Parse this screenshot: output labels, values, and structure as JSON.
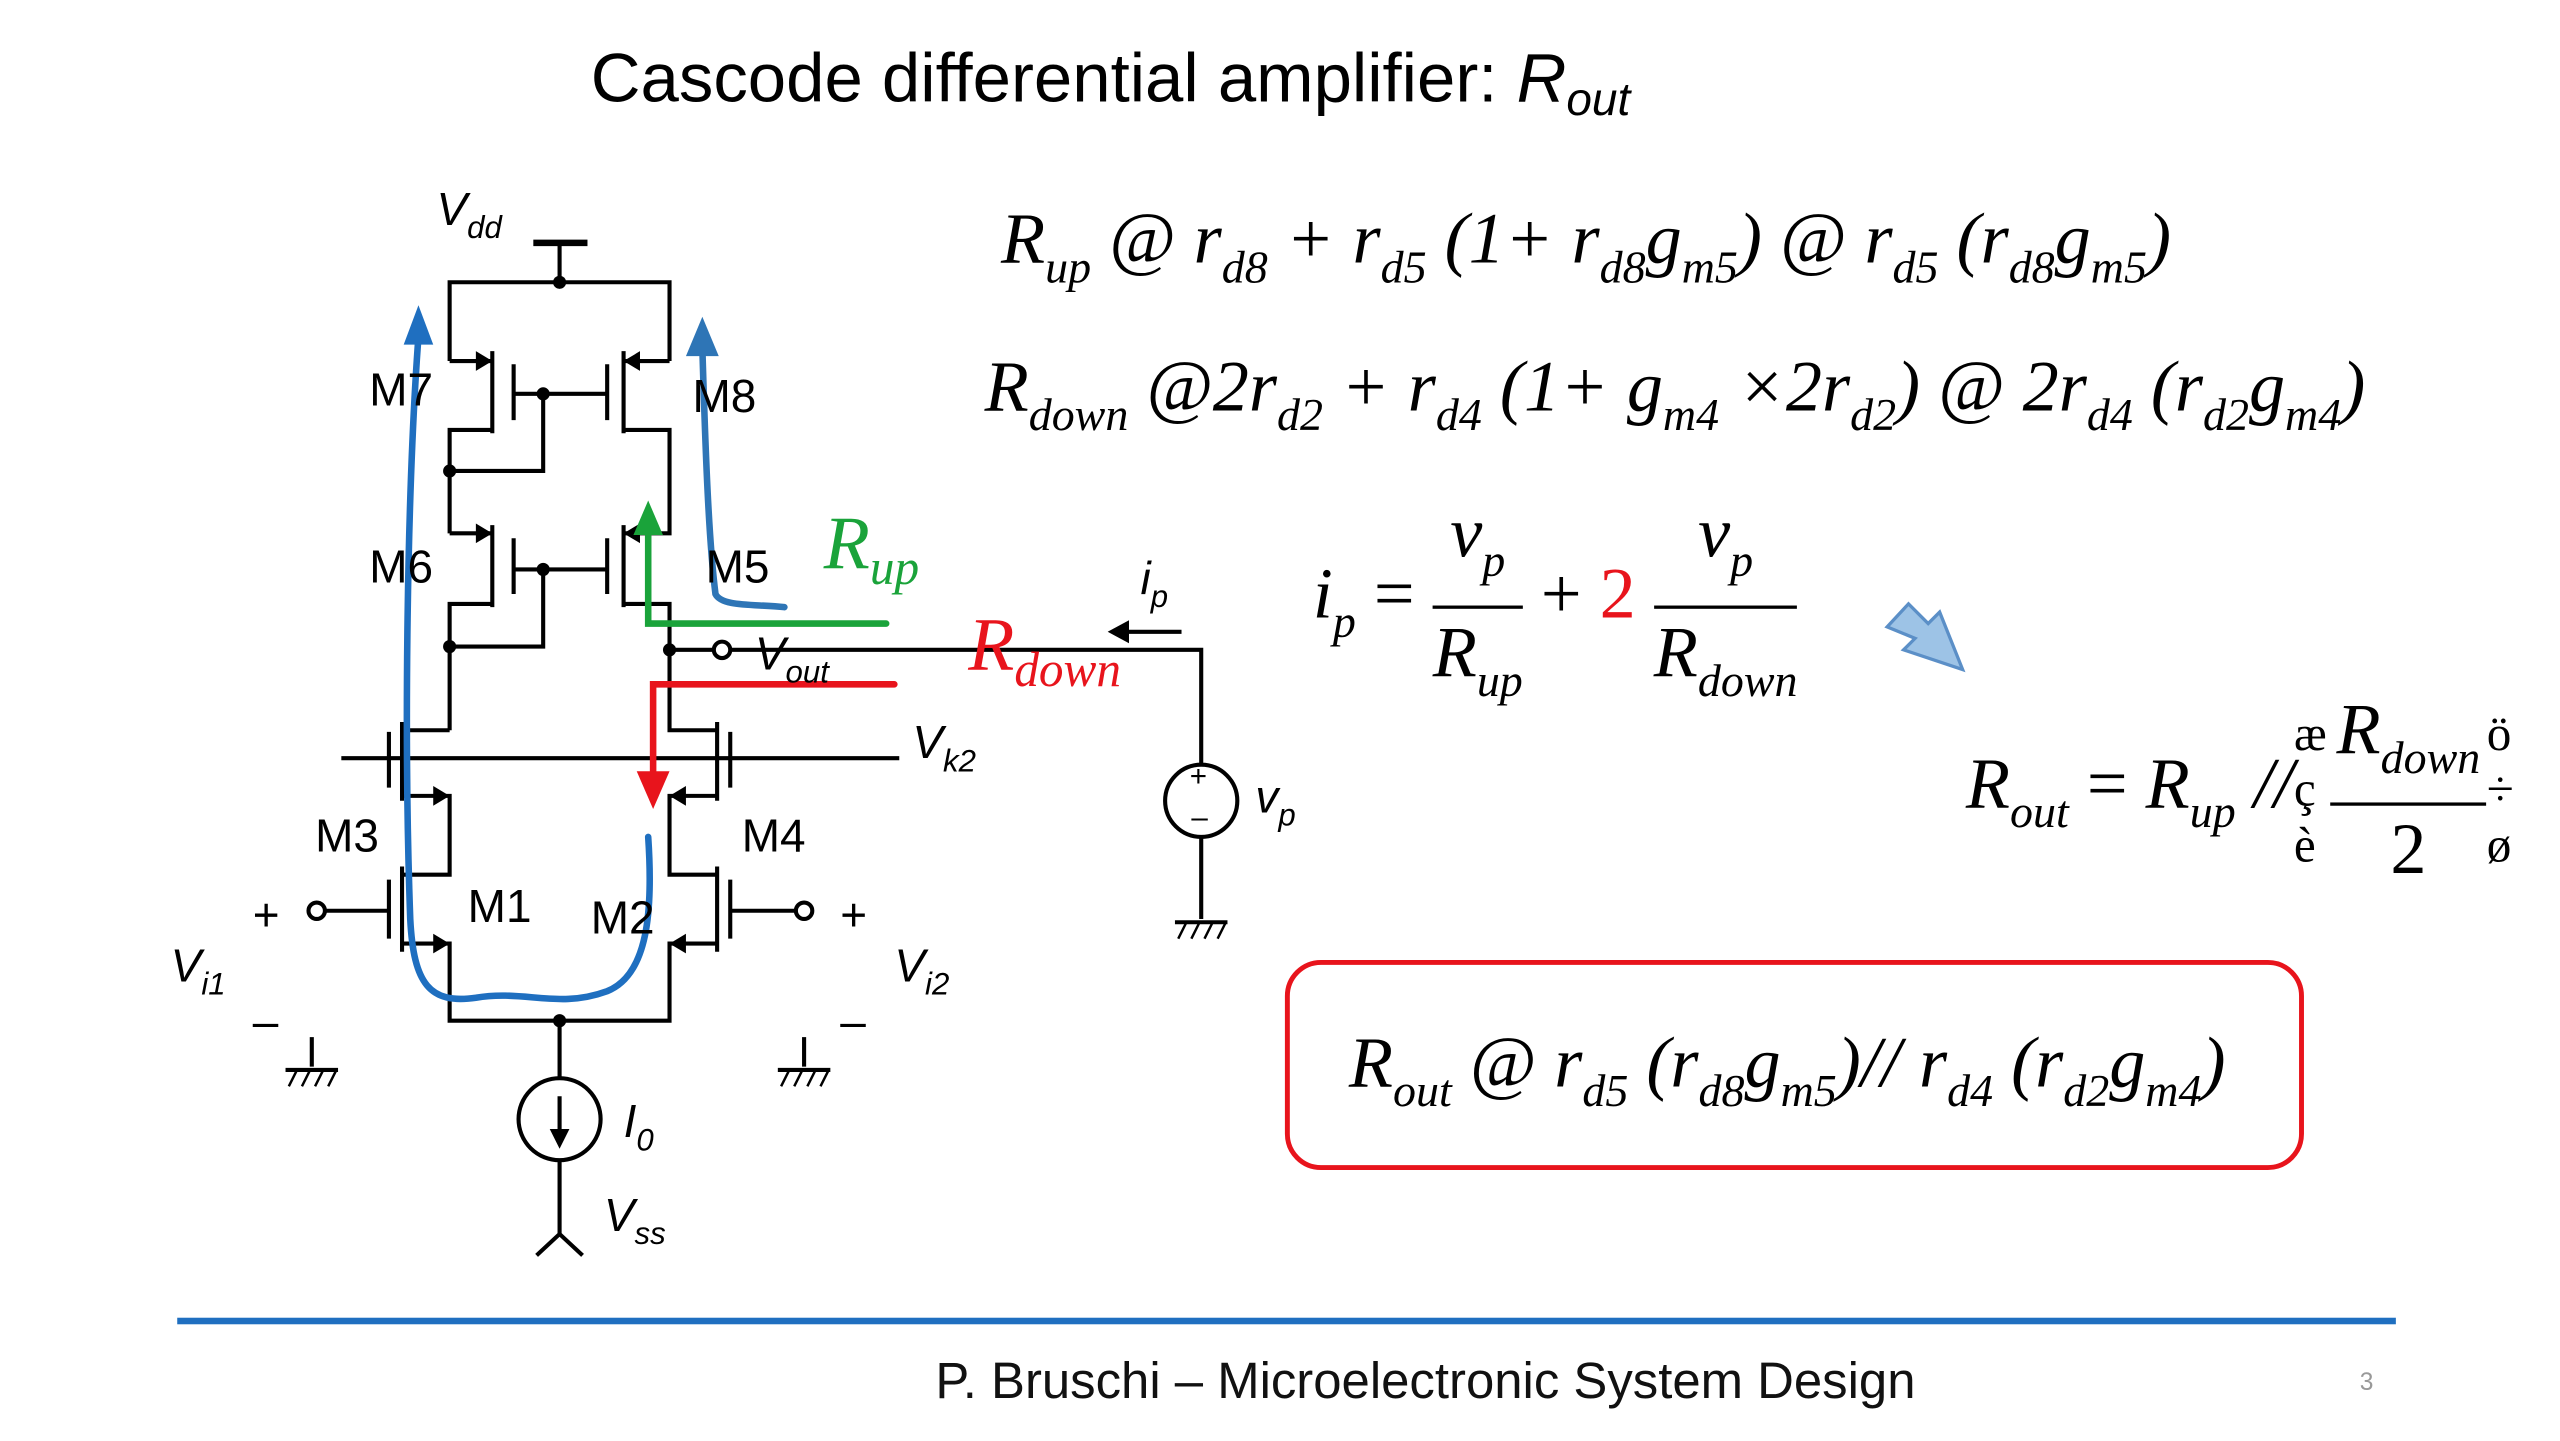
{
  "title": {
    "text": "Cascode differential amplifier: ",
    "symbol": "R",
    "symbol_sub": "out"
  },
  "footer": {
    "text": "P. Bruschi – Microelectronic System Design",
    "page": "3"
  },
  "colors": {
    "rule": "#1f6fc0",
    "blue_path": "#1f6fc0",
    "green": "#1aa33a",
    "red": "#e8141c",
    "arrow_fill": "#9dc3e6"
  },
  "equations": {
    "r_up": [
      [
        "R",
        "up"
      ],
      [
        " @ r",
        "d8"
      ],
      [
        " + r",
        "d5"
      ],
      [
        " (1+ r",
        "d8"
      ],
      [
        "g",
        "m5"
      ],
      [
        ") @ r",
        "d5"
      ],
      [
        " (r",
        "d8"
      ],
      [
        "g",
        "m5"
      ],
      [
        ")",
        ""
      ]
    ],
    "r_down": [
      [
        "R",
        "down"
      ],
      [
        " @2r",
        "d2"
      ],
      [
        " + r",
        "d4"
      ],
      [
        " (1+ g",
        "m4"
      ],
      [
        " ×2r",
        "d2"
      ],
      [
        ") @ 2r",
        "d4"
      ],
      [
        " (r",
        "d2"
      ],
      [
        "g",
        "m4"
      ],
      [
        ")",
        ""
      ]
    ],
    "ip": {
      "lhs": "i",
      "lhs_sub": "p",
      "eq": " = ",
      "num1": "v",
      "num1_sub": "p",
      "den1": "R",
      "den1_sub": "up",
      "plus": " + ",
      "coef": "2",
      "num2": "v",
      "num2_sub": "p",
      "den2": "R",
      "den2_sub": "down"
    },
    "rout": {
      "lhs": "R",
      "lhs_sub": "out",
      "eq": " = ",
      "a": "R",
      "a_sub": "up",
      "par": " //",
      "lb_top": "æ",
      "lb_mid": "ç",
      "lb_bot": "è",
      "num": "R",
      "num_sub": "down",
      "den": "2",
      "rb_top": "ö",
      "rb_mid": "÷",
      "rb_bot": "ø"
    },
    "result": [
      [
        "R",
        "out"
      ],
      [
        " @ r",
        "d5"
      ],
      [
        " (r",
        "d8"
      ],
      [
        "g",
        "m5"
      ],
      [
        ")// r",
        "d4"
      ],
      [
        " (r",
        "d2"
      ],
      [
        "g",
        "m4"
      ],
      [
        ")",
        ""
      ]
    ]
  },
  "circuit": {
    "vdd": "V",
    "vdd_sub": "dd",
    "vss": "V",
    "vss_sub": "ss",
    "i0": "I",
    "i0_sub": "0",
    "vout": "V",
    "vout_sub": "out",
    "vk2": "V",
    "vk2_sub": "k2",
    "vp": "v",
    "vp_sub": "p",
    "ip": "i",
    "ip_sub": "p",
    "vi1": "V",
    "vi1_sub": "i1",
    "vi2": "V",
    "vi2_sub": "i2",
    "plus": "+",
    "minus": "–",
    "src_plus": "+",
    "src_minus": "–",
    "rup": "R",
    "rup_sub": "up",
    "rdown": "R",
    "rdown_sub": "down",
    "transistors": [
      "M7",
      "M8",
      "M6",
      "M5",
      "M3",
      "M4",
      "M1",
      "M2"
    ]
  }
}
